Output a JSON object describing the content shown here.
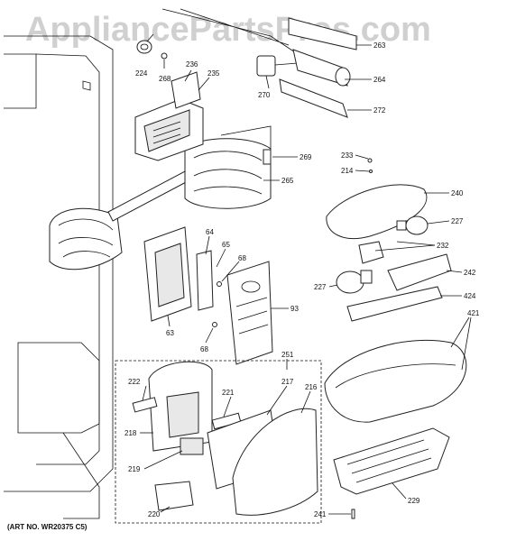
{
  "watermark": "AppliancePartsPros.com",
  "art_number": "(ART NO. WR20375 C5)",
  "callouts": {
    "c224": "224",
    "c268": "268",
    "c236": "236",
    "c235": "235",
    "c270": "270",
    "c263": "263",
    "c264": "264",
    "c272": "272",
    "c269": "269",
    "c265": "265",
    "c233": "233",
    "c214": "214",
    "c240": "240",
    "c227a": "227",
    "c232": "232",
    "c242": "242",
    "c227b": "227",
    "c424": "424",
    "c421": "421",
    "c64": "64",
    "c65": "65",
    "c68a": "68",
    "c63": "63",
    "c68b": "68",
    "c93": "93",
    "c251": "251",
    "c222": "222",
    "c221": "221",
    "c217": "217",
    "c216": "216",
    "c218": "218",
    "c219": "219",
    "c220": "220",
    "c229": "229",
    "c241": "241"
  }
}
